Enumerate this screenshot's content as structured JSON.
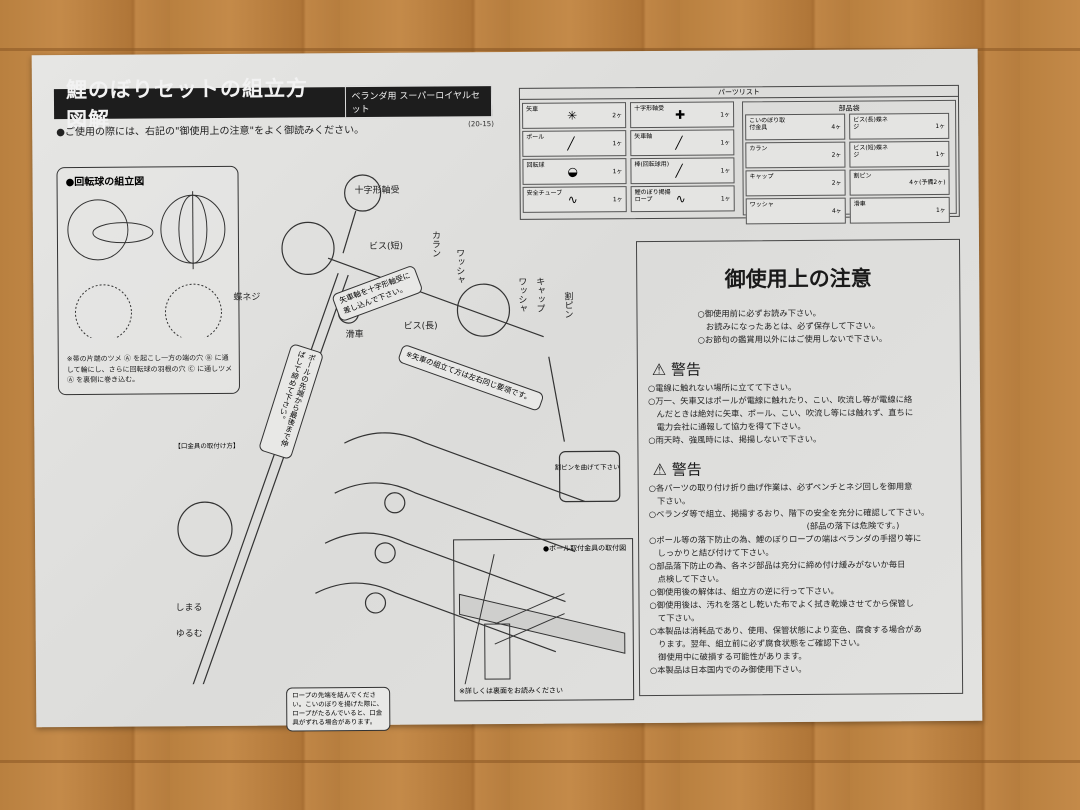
{
  "title": "鯉のぼりセットの組立方図解",
  "subtitle": "ベランダ用 スーパーロイヤルセット",
  "note": "●ご使用の際には、右記の\"御使用上の注意\"をよく御読みください。",
  "code": "(20-15)",
  "ball_box": {
    "title": "●回転球の組立図",
    "caption": "※帯の片端のツメ Ⓐ を起こし一方の端の穴 Ⓑ に通して輪にし、さらに回転球の羽根の穴 Ⓒ に通しツメ Ⓐ を裏側に巻き込む。"
  },
  "diagram_labels": {
    "cross_bearing": "十字形軸受",
    "screw_short": "ビス(短)",
    "collar": "カラン",
    "washer1": "ワッシャ",
    "washer2": "ワッシャ",
    "cap": "キャップ",
    "split_pin": "割ピン",
    "wing_nut": "蝶ネジ",
    "pulley": "滑車",
    "screw_long": "ビス(長)",
    "insert_note": "矢車軸を十字形軸受に差し込んで下さい。",
    "same_note": "※矢車の組立て方は左右同じ要領です。",
    "pole_note": "ポールの先端から最後まで伸ばして締めて下さい。",
    "pin_note": "割ピンを曲げて下さい",
    "mouth_ring": "【口金具の取付け方】",
    "tighten": "しまる",
    "loosen": "ゆるむ",
    "rope_note": "ロープの先端を結んでください。こいのぼりを揚げた際に、ロープがたるんでいると、口金具がずれる場合があります。"
  },
  "mount_box": {
    "title": "●ポール取付金具の取付図",
    "footer": "※詳しくは裏面をお読みください"
  },
  "parts_list": {
    "title": "パーツリスト",
    "items": [
      {
        "name": "矢車",
        "qty": "2ヶ",
        "icon": "pinwheel-icon"
      },
      {
        "name": "十字形軸受",
        "qty": "1ヶ",
        "icon": "cross-bearing-icon"
      },
      {
        "name": "ポール",
        "qty": "1ヶ",
        "icon": "pole-icon"
      },
      {
        "name": "矢車軸",
        "qty": "1ヶ",
        "icon": "shaft-icon"
      },
      {
        "name": "回転球",
        "qty": "1ヶ",
        "icon": "ball-icon"
      },
      {
        "name": "棒(回転球用)",
        "qty": "1ヶ",
        "icon": "rod-icon"
      },
      {
        "name": "安全チューブ",
        "qty": "1ヶ",
        "icon": "tube-icon"
      },
      {
        "name": "鯉のぼり掲揚ロープ",
        "qty": "1ヶ",
        "icon": "rope-icon"
      }
    ],
    "bag_title": "部品袋",
    "bag_items": [
      {
        "name": "こいのぼり取付金具",
        "qty": "4ヶ"
      },
      {
        "name": "ビス(長)蝶ネジ",
        "qty": "1ヶ"
      },
      {
        "name": "カラン",
        "qty": "2ヶ"
      },
      {
        "name": "ビス(短)蝶ネジ",
        "qty": "1ヶ"
      },
      {
        "name": "キャップ",
        "qty": "2ヶ"
      },
      {
        "name": "割ピン",
        "qty": "4ヶ(予備2ヶ)"
      },
      {
        "name": "ワッシャ",
        "qty": "4ヶ"
      },
      {
        "name": "滑車",
        "qty": "1ヶ"
      }
    ]
  },
  "caution": {
    "title": "御使用上の注意",
    "intro": "○御使用前に必ずお読み下さい。\n　お読みになったあとは、必ず保存して下さい。\n○お節句の鑑賞用以外にはご使用しないで下さい。",
    "warning1_title": "警告",
    "warning1": "○電線に触れない場所に立てて下さい。\n○万一、矢車又はポールが電線に触れたり、こい、吹流し等が電線に絡\n　んだときは絶対に矢車、ポール、こい、吹流し等には触れず、直ちに\n　電力会社に通報して協力を得て下さい。\n○雨天時、強風時には、掲揚しないで下さい。",
    "warning2_title": "警告",
    "warning2": "○各パーツの取り付け折り曲げ作業は、必ずペンチとネジ回しを御用意\n　下さい。\n○ベランダ等で組立、掲揚するおり、階下の安全を充分に確認して下さい。\n　　　　　　　　　　　　　　　　　　　(部品の落下は危険です。)\n○ポール等の落下防止の為、鯉のぼりロープの端はベランダの手摺り等に\n　しっかりと結び付けて下さい。\n○部品落下防止の為、各ネジ部品は充分に締め付け緩みがないか毎日\n　点検して下さい。\n○御使用後の解体は、組立方の逆に行って下さい。\n○御使用後は、汚れを落とし乾いた布でよく拭き乾燥させてから保管し\n　て下さい。\n○本製品は消耗品であり、使用、保管状態により変色、腐食する場合があ\n　ります。翌年、組立前に必ず腐食状態をご確認下さい。\n　御使用中に破損する可能性があります。\n○本製品は日本国内でのみ御使用下さい。"
  }
}
